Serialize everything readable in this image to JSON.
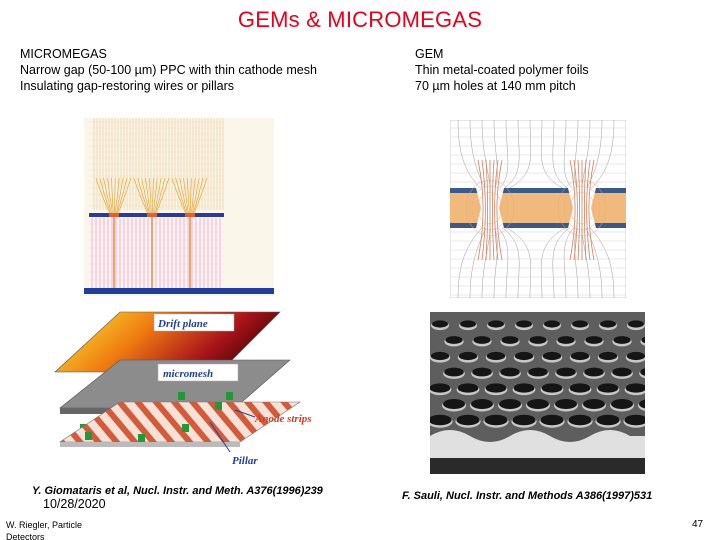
{
  "slide": {
    "title": "GEMs & MICROMEGAS",
    "micromegas": {
      "lines": [
        "MICROMEGAS",
        "Narrow gap (50-100 µm) PPC with thin cathode mesh",
        "Insulating gap-restoring wires or pillars"
      ],
      "diagram_labels": {
        "drift_plane": "Drift plane",
        "micromesh": "micromesh",
        "anode_strips": "Anode strips",
        "pillar": "Pillar"
      },
      "citation": "Y. Giomataris et al, Nucl. Instr. and Meth. A376(1996)239"
    },
    "gem": {
      "lines": [
        "GEM",
        "Thin metal-coated polymer foils",
        "70 µm holes at 140 mm pitch"
      ],
      "citation": "F. Sauli, Nucl. Instr. and Methods A386(1997)531"
    },
    "footer": {
      "date": "10/28/2020",
      "author": "W. Riegler, Particle Detectors",
      "page": "47"
    }
  },
  "colors": {
    "title": "#e8001c",
    "anode": "#1f3fa0",
    "field_lines": "#c8a060",
    "gem_foil": "#f2b97c",
    "gem_metal": "#3a5a8c",
    "strip_red": "#d65a3a",
    "pillar_green": "#1e9a3a"
  }
}
